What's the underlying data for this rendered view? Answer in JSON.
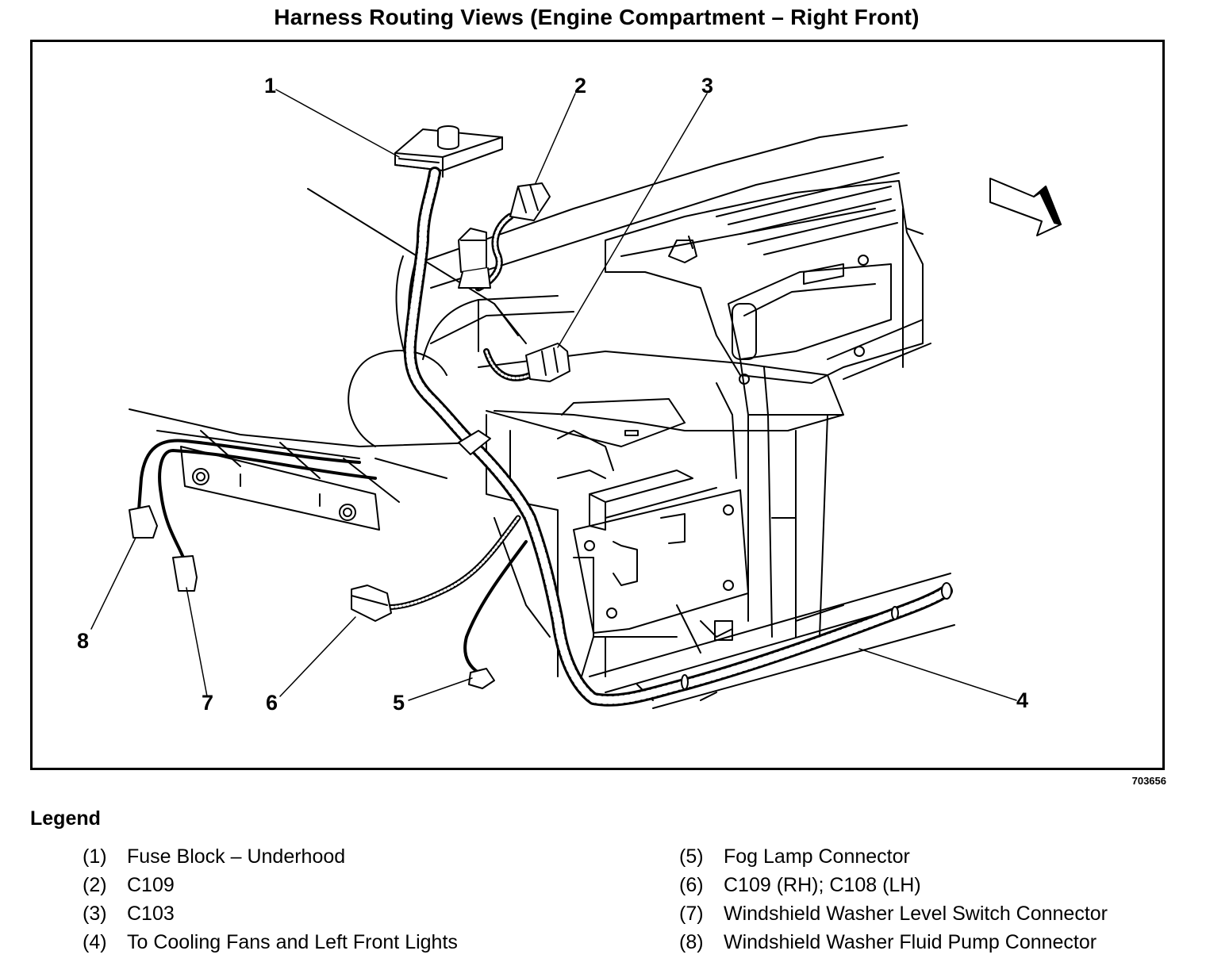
{
  "title": "Harness Routing Views (Engine Compartment – Right Front)",
  "figure_number": "703656",
  "callouts": [
    "1",
    "2",
    "3",
    "4",
    "5",
    "6",
    "7",
    "8"
  ],
  "legend": {
    "heading": "Legend",
    "left": [
      {
        "num": "(1)",
        "text": "Fuse Block – Underhood"
      },
      {
        "num": "(2)",
        "text": "C109"
      },
      {
        "num": "(3)",
        "text": "C103"
      },
      {
        "num": "(4)",
        "text": "To Cooling Fans and Left Front Lights"
      }
    ],
    "right": [
      {
        "num": "(5)",
        "text": "Fog Lamp Connector"
      },
      {
        "num": "(6)",
        "text": "C109 (RH); C108 (LH)"
      },
      {
        "num": "(7)",
        "text": "Windshield Washer Level Switch Connector"
      },
      {
        "num": "(8)",
        "text": "Windshield Washer Fluid Pump Connector"
      }
    ]
  }
}
